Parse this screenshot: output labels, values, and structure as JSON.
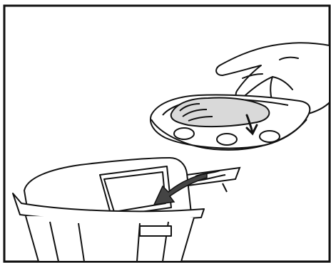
{
  "illustration": {
    "kind": "line-drawing",
    "elements": [
      "hand",
      "meat-tray",
      "absorbent-pad",
      "trash-bin",
      "arrow-into-bin"
    ],
    "colors": {
      "ink": "#111111",
      "paper": "#ffffff",
      "shade": "#d9d9d9",
      "dark_shade": "#444444"
    }
  }
}
